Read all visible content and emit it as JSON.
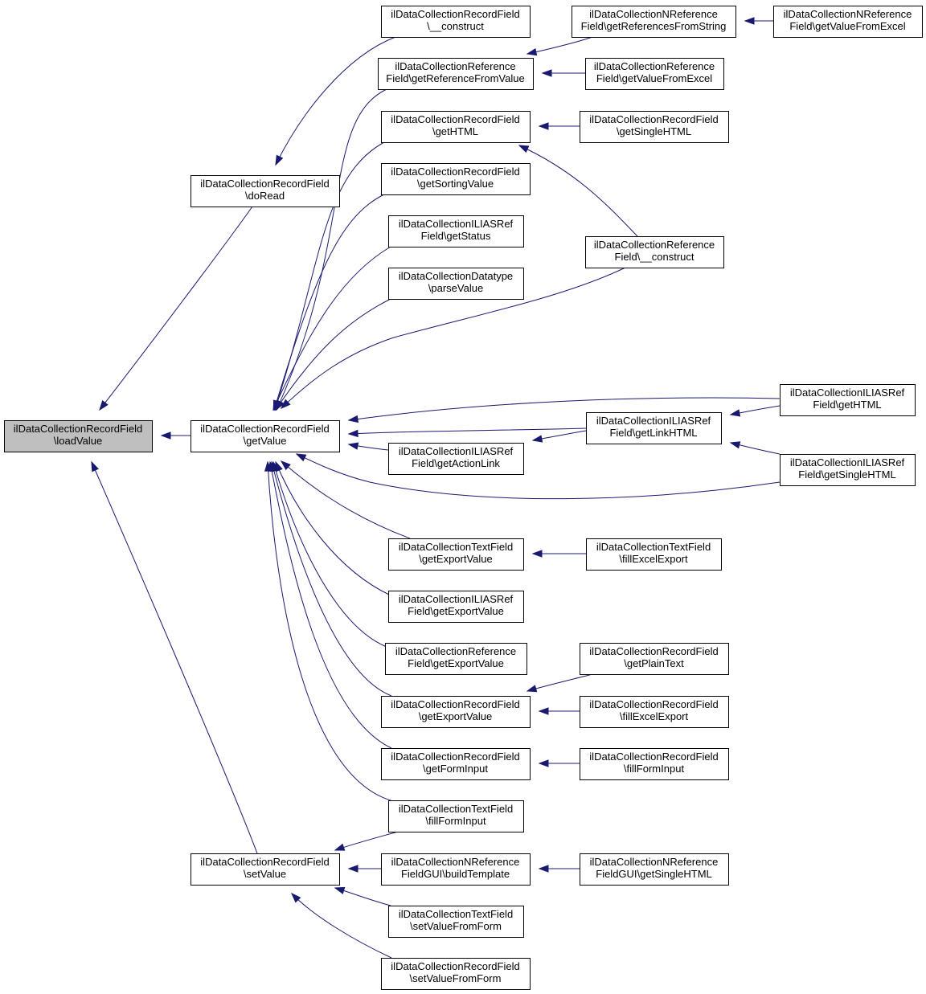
{
  "nodes": [
    {
      "id": "load",
      "lines": [
        "ilDataCollectionRecordField",
        "\\loadValue"
      ]
    },
    {
      "id": "doRead",
      "lines": [
        "ilDataCollectionRecordField",
        "\\doRead"
      ]
    },
    {
      "id": "getValue",
      "lines": [
        "ilDataCollectionRecordField",
        "\\getValue"
      ]
    },
    {
      "id": "setValue",
      "lines": [
        "ilDataCollectionRecordField",
        "\\setValue"
      ]
    },
    {
      "id": "rfConstruct",
      "lines": [
        "ilDataCollectionRecordField",
        "\\__construct"
      ]
    },
    {
      "id": "refGetRefFromValue",
      "lines": [
        "ilDataCollectionReference",
        "Field\\getReferenceFromValue"
      ]
    },
    {
      "id": "rfGetHTML",
      "lines": [
        "ilDataCollectionRecordField",
        "\\getHTML"
      ]
    },
    {
      "id": "rfGetSortingValue",
      "lines": [
        "ilDataCollectionRecordField",
        "\\getSortingValue"
      ]
    },
    {
      "id": "iliasGetStatus",
      "lines": [
        "ilDataCollectionILIASRef",
        "Field\\getStatus"
      ]
    },
    {
      "id": "dtParseValue",
      "lines": [
        "ilDataCollectionDatatype",
        "\\parseValue"
      ]
    },
    {
      "id": "iliasGetActionLink",
      "lines": [
        "ilDataCollectionILIASRef",
        "Field\\getActionLink"
      ]
    },
    {
      "id": "tfGetExportValue",
      "lines": [
        "ilDataCollectionTextField",
        "\\getExportValue"
      ]
    },
    {
      "id": "iliasGetExportValue",
      "lines": [
        "ilDataCollectionILIASRef",
        "Field\\getExportValue"
      ]
    },
    {
      "id": "refGetExportValue",
      "lines": [
        "ilDataCollectionReference",
        "Field\\getExportValue"
      ]
    },
    {
      "id": "rfGetExportValue",
      "lines": [
        "ilDataCollectionRecordField",
        "\\getExportValue"
      ]
    },
    {
      "id": "rfGetFormInput",
      "lines": [
        "ilDataCollectionRecordField",
        "\\getFormInput"
      ]
    },
    {
      "id": "tfFillFormInput",
      "lines": [
        "ilDataCollectionTextField",
        "\\fillFormInput"
      ]
    },
    {
      "id": "nrefGuiBuildTemplate",
      "lines": [
        "ilDataCollectionNReference",
        "FieldGUI\\buildTemplate"
      ]
    },
    {
      "id": "tfSetValueFromForm",
      "lines": [
        "ilDataCollectionTextField",
        "\\setValueFromForm"
      ]
    },
    {
      "id": "rfSetValueFromForm",
      "lines": [
        "ilDataCollectionRecordField",
        "\\setValueFromForm"
      ]
    },
    {
      "id": "nrefGetRefsFromString",
      "lines": [
        "ilDataCollectionNReference",
        "Field\\getReferencesFromString"
      ]
    },
    {
      "id": "refGetValueFromExcel",
      "lines": [
        "ilDataCollectionReference",
        "Field\\getValueFromExcel"
      ]
    },
    {
      "id": "rfGetSingleHTML",
      "lines": [
        "ilDataCollectionRecordField",
        "\\getSingleHTML"
      ]
    },
    {
      "id": "refConstruct",
      "lines": [
        "ilDataCollectionReference",
        "Field\\__construct"
      ]
    },
    {
      "id": "iliasGetLinkHTML",
      "lines": [
        "ilDataCollectionILIASRef",
        "Field\\getLinkHTML"
      ]
    },
    {
      "id": "tfFillExcelExport",
      "lines": [
        "ilDataCollectionTextField",
        "\\fillExcelExport"
      ]
    },
    {
      "id": "rfGetPlainText",
      "lines": [
        "ilDataCollectionRecordField",
        "\\getPlainText"
      ]
    },
    {
      "id": "rfFillExcelExport",
      "lines": [
        "ilDataCollectionRecordField",
        "\\fillExcelExport"
      ]
    },
    {
      "id": "rfFillFormInput",
      "lines": [
        "ilDataCollectionRecordField",
        "\\fillFormInput"
      ]
    },
    {
      "id": "nrefGuiGetSingleHTML",
      "lines": [
        "ilDataCollectionNReference",
        "FieldGUI\\getSingleHTML"
      ]
    },
    {
      "id": "nrefGetValueFromExcel",
      "lines": [
        "ilDataCollectionNReference",
        "Field\\getValueFromExcel"
      ]
    },
    {
      "id": "iliasGetHTML",
      "lines": [
        "ilDataCollectionILIASRef",
        "Field\\getHTML"
      ]
    },
    {
      "id": "iliasGetSingleHTML",
      "lines": [
        "ilDataCollectionILIASRef",
        "Field\\getSingleHTML"
      ]
    }
  ],
  "edges": [
    {
      "from": "doRead",
      "to": "load"
    },
    {
      "from": "getValue",
      "to": "load"
    },
    {
      "from": "setValue",
      "to": "load"
    },
    {
      "from": "rfConstruct",
      "to": "doRead"
    },
    {
      "from": "refGetRefFromValue",
      "to": "getValue"
    },
    {
      "from": "rfGetHTML",
      "to": "getValue"
    },
    {
      "from": "rfGetSortingValue",
      "to": "getValue"
    },
    {
      "from": "iliasGetStatus",
      "to": "getValue"
    },
    {
      "from": "dtParseValue",
      "to": "getValue"
    },
    {
      "from": "refConstruct",
      "to": "getValue"
    },
    {
      "from": "iliasGetHTML",
      "to": "getValue"
    },
    {
      "from": "iliasGetLinkHTML",
      "to": "getValue"
    },
    {
      "from": "iliasGetActionLink",
      "to": "getValue"
    },
    {
      "from": "iliasGetSingleHTML",
      "to": "getValue"
    },
    {
      "from": "tfGetExportValue",
      "to": "getValue"
    },
    {
      "from": "iliasGetExportValue",
      "to": "getValue"
    },
    {
      "from": "refGetExportValue",
      "to": "getValue"
    },
    {
      "from": "rfGetExportValue",
      "to": "getValue"
    },
    {
      "from": "rfGetFormInput",
      "to": "getValue"
    },
    {
      "from": "tfFillFormInput",
      "to": "getValue"
    },
    {
      "from": "tfFillFormInput",
      "to": "setValue"
    },
    {
      "from": "nrefGuiBuildTemplate",
      "to": "setValue"
    },
    {
      "from": "tfSetValueFromForm",
      "to": "setValue"
    },
    {
      "from": "rfSetValueFromForm",
      "to": "setValue"
    },
    {
      "from": "nrefGetRefsFromString",
      "to": "refGetRefFromValue"
    },
    {
      "from": "refGetValueFromExcel",
      "to": "refGetRefFromValue"
    },
    {
      "from": "nrefGetValueFromExcel",
      "to": "nrefGetRefsFromString"
    },
    {
      "from": "rfGetSingleHTML",
      "to": "rfGetHTML"
    },
    {
      "from": "refConstruct",
      "to": "rfGetHTML"
    },
    {
      "from": "iliasGetHTML",
      "to": "iliasGetLinkHTML"
    },
    {
      "from": "iliasGetSingleHTML",
      "to": "iliasGetLinkHTML"
    },
    {
      "from": "iliasGetLinkHTML",
      "to": "iliasGetActionLink"
    },
    {
      "from": "tfFillExcelExport",
      "to": "tfGetExportValue"
    },
    {
      "from": "rfGetPlainText",
      "to": "rfGetExportValue"
    },
    {
      "from": "rfFillExcelExport",
      "to": "rfGetExportValue"
    },
    {
      "from": "rfFillFormInput",
      "to": "rfGetFormInput"
    },
    {
      "from": "nrefGuiGetSingleHTML",
      "to": "nrefGuiBuildTemplate"
    }
  ],
  "colors": {
    "edge": "#191970",
    "root_fill": "#bfbfbf",
    "node_fill": "#ffffff",
    "node_border": "#000000"
  }
}
